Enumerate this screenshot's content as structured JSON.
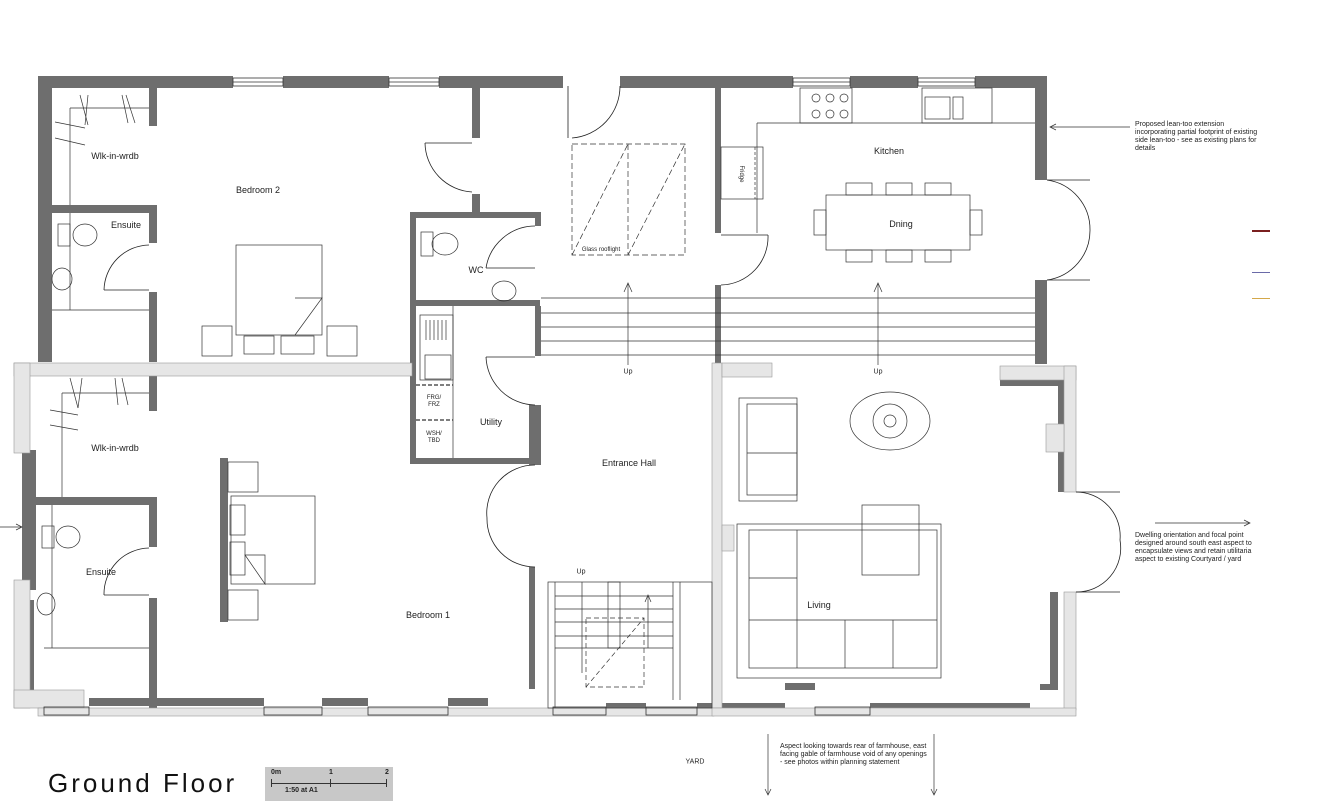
{
  "title": "Ground Floor",
  "scale": {
    "ticks": [
      "0m",
      "1",
      "2"
    ],
    "label": "1:50 at A1"
  },
  "rooms": {
    "wlk_in_wrdb_2": "Wlk-in-wrdb",
    "bedroom_2": "Bedroom 2",
    "ensuite_2": "Ensuite",
    "wc": "WC",
    "glass_rooflight": "Glass rooflight",
    "kitchen": "Kitchen",
    "fridge": "Fridge",
    "dining": "Dning",
    "utility": "Utility",
    "frg_frz": "FRG/\nFRZ",
    "wsh_tbd": "WSH/\nTBD",
    "entrance_hall": "Entrance Hall",
    "up_hall": "Up",
    "up_living": "Up",
    "up_stairs": "Up",
    "wlk_in_wrdb_1": "Wlk-in-wrdb",
    "ensuite_1": "Ensuite",
    "bedroom_1": "Bedroom 1",
    "living": "Living",
    "yard": "YARD"
  },
  "notes": {
    "lean_too": "Proposed lean-too extension incorporating partial footprint of existing side lean-too - see as existing plans for details",
    "orientation": "Dwelling orientation and focal point designed around south east aspect to encapsulate views and retain utilitaria aspect to existing Courtyard / yard",
    "aspect": "Aspect looking towards rear of farmhouse, east facing gable of farmhouse void of any openings - see photos within planning statement"
  },
  "legend_colors": [
    "#7a1f1f",
    "#6a6aa8",
    "#d4a84a"
  ],
  "colors": {
    "wall": "#6e6e6e",
    "wall_light": "#e6e6e6",
    "line": "#222222"
  }
}
